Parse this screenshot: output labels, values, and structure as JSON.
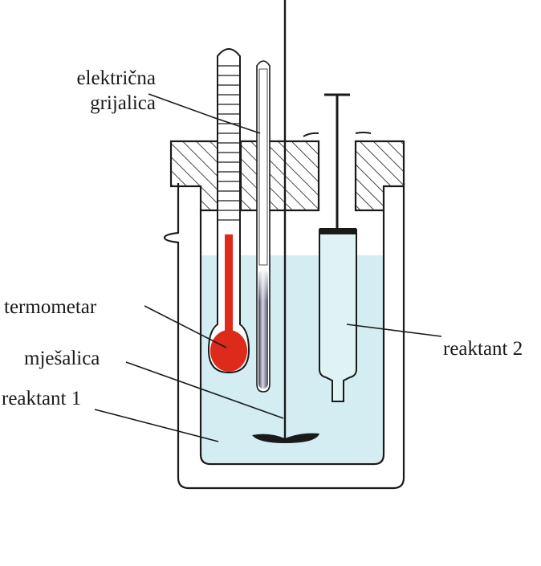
{
  "labels": {
    "heater_line1": "električna",
    "heater_line2": "grijalica",
    "thermometer": "termometar",
    "stirrer": "mješalica",
    "reactant1": "reaktant 1",
    "reactant2": "reaktant 2"
  },
  "colors": {
    "liquid": "#d4edf2",
    "mercury": "#dd2a1b",
    "outline": "#1a1a1a",
    "hatch": "#1a1a1a",
    "heater_rod_dark": "#4a4a66"
  }
}
